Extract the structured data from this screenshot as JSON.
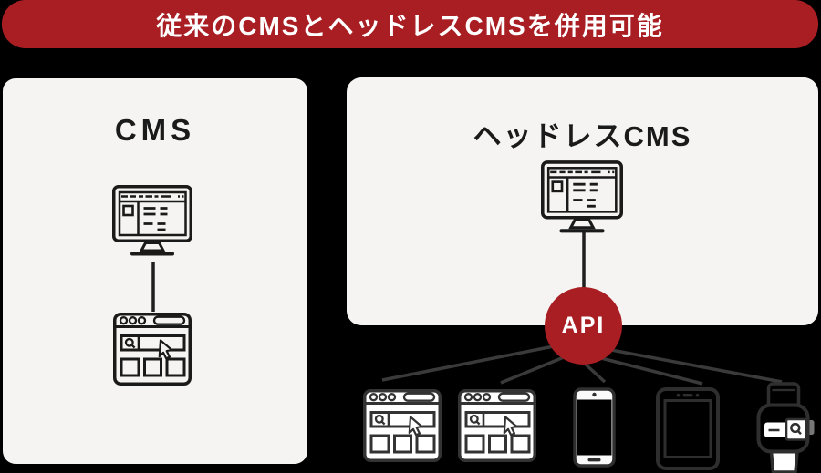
{
  "banner": {
    "label": "従来のCMSとヘッドレスCMSを併用可能"
  },
  "panels": {
    "traditional": {
      "title": "CMS",
      "icons": [
        "cms-admin-monitor-icon",
        "browser-window-icon"
      ]
    },
    "headless": {
      "title": "ヘッドレスCMS",
      "icons": [
        "cms-admin-monitor-icon"
      ]
    }
  },
  "api": {
    "label": "API"
  },
  "devices": {
    "icons": [
      "browser-window-icon",
      "browser-window-icon",
      "smartphone-icon",
      "tablet-icon",
      "smartwatch-icon"
    ]
  },
  "colors": {
    "accent": "#a81e23",
    "panel": "#f5f4f2",
    "background": "#000000",
    "ink": "#1a1a1a",
    "muted_ink": "#333333",
    "text_on_accent": "#ffffff"
  }
}
